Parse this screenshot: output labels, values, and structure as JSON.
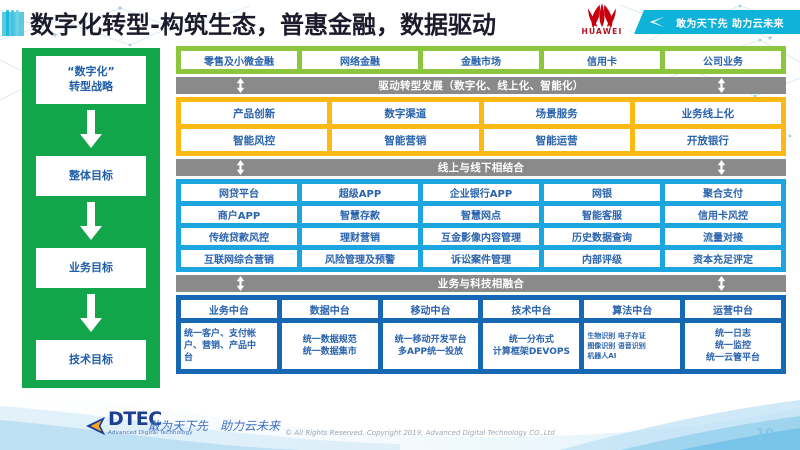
{
  "header": {
    "title": "数字化转型-构筑生态，普惠金融，数据驱动",
    "brand": "HUAWEI",
    "ribbon_text": "敢为天下先 助力云未来"
  },
  "left_column": {
    "steps": [
      {
        "lines": [
          "“数字化”",
          "转型战略"
        ]
      },
      {
        "lines": [
          "整体目标"
        ]
      },
      {
        "lines": [
          "业务目标"
        ]
      },
      {
        "lines": [
          "技术目标"
        ]
      }
    ]
  },
  "bands": {
    "business_lines": {
      "color": "#8cc63f",
      "rows": [
        [
          "零售及小微金融",
          "网络金融",
          "金融市场",
          "信用卡",
          "公司业务"
        ]
      ]
    },
    "connector_1": {
      "label": "驱动转型发展（数字化、线上化、智能化）"
    },
    "transformation": {
      "color": "#fdb913",
      "rows": [
        [
          "产品创新",
          "数字渠道",
          "场景服务",
          "业务线上化"
        ],
        [
          "智能风控",
          "智能营销",
          "智能运营",
          "开放银行"
        ]
      ]
    },
    "connector_2": {
      "label": "线上与线下相结合"
    },
    "channels": {
      "color": "#1ba6e0",
      "rows": [
        [
          "网贷平台",
          "超级APP",
          "企业银行APP",
          "网银",
          "聚合支付"
        ],
        [
          "商户APP",
          "智慧存款",
          "智慧网点",
          "智能客服",
          "信用卡风控"
        ],
        [
          "传统贷款风控",
          "理财营销",
          "互金影像内容管理",
          "历史数据查询",
          "流量对接"
        ],
        [
          "互联网综合营销",
          "风险管理及预警",
          "诉讼案件管理",
          "内部评级",
          "资本充足评定"
        ]
      ]
    },
    "connector_3": {
      "label": "业务与科技相融合"
    },
    "platforms": {
      "color": "#1668b3",
      "headers": [
        "业务中台",
        "数据中台",
        "移动中台",
        "技术中台",
        "算法中台",
        "运营中台"
      ],
      "bodies": [
        {
          "lines": [
            "统一客户、支付帐",
            "户、营销、产品中",
            "台"
          ],
          "style": "left-align"
        },
        {
          "lines": [
            "统一数据规范",
            "统一数据集市"
          ],
          "style": "center"
        },
        {
          "lines": [
            "统一移动开发平台",
            "多APP统一投放"
          ],
          "style": "center"
        },
        {
          "lines": [
            "统一分布式",
            "计算框架DEVOPS"
          ],
          "style": "center"
        },
        {
          "lines": [
            "生物识别 电子存证",
            "图像识别 语音识别",
            "机器人AI"
          ],
          "style": "tiny"
        },
        {
          "lines": [
            "统一日志",
            "统一监控",
            "统一云管平台"
          ],
          "style": "center"
        }
      ]
    }
  },
  "footer": {
    "logo_name": "DTEC",
    "logo_sub": "Advanced Digital Technology",
    "slogan": "敢为天下先　助力云未来",
    "copyright": "© All Rights Reserved. Copyright 2019, Advanced Digital Technology CO.,Ltd",
    "page_number": "10"
  }
}
